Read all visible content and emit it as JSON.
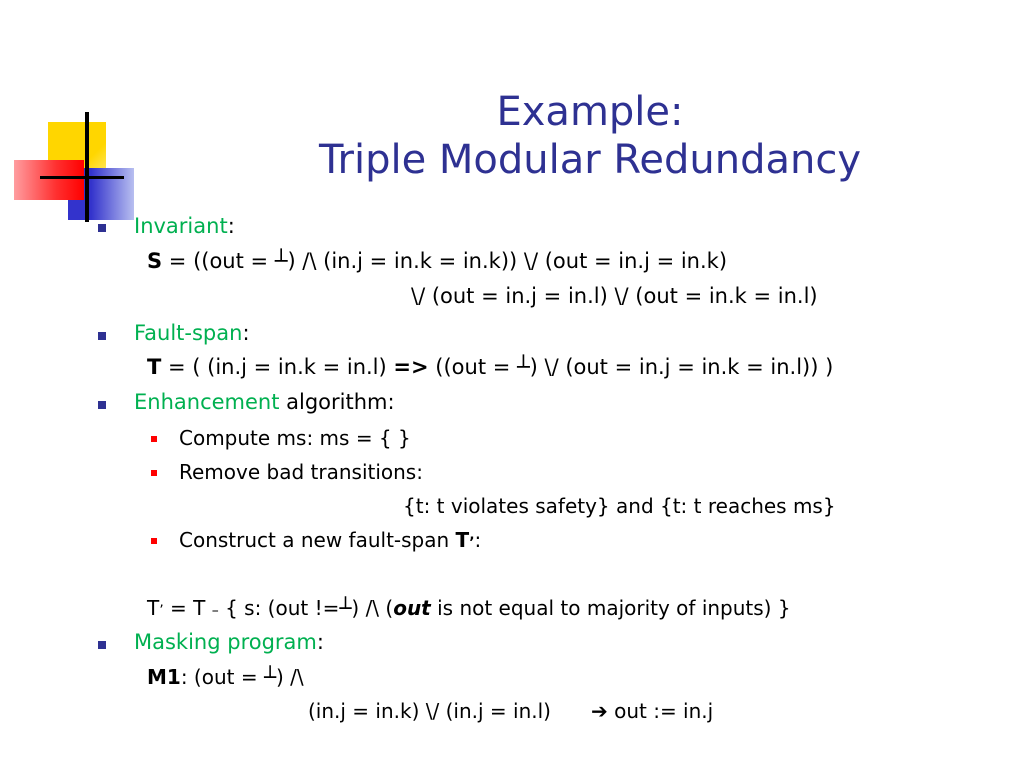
{
  "title": {
    "line1": "Example:",
    "line2": "Triple Modular Redundancy"
  },
  "invariant": {
    "heading": "Invariant",
    "colon": ":",
    "s_var": "S",
    "s_expr1": " = ((out = ┴) /\\ (in.j = in.k = in.k)) \\/ (out = in.j = in.k)",
    "s_expr2": "\\/ (out = in.j = in.l) \\/ (out = in.k = in.l)"
  },
  "fault_span": {
    "heading": "Fault-span",
    "colon": ":",
    "t_var": "T",
    "t_expr_a": " = ( (in.j = in.k = in.l)  ",
    "arrow": "=>",
    "t_expr_b": "  ((out = ┴) \\/ (out = in.j = in.k = in.l)) )"
  },
  "enhancement": {
    "heading": "Enhancement",
    "rest": " algorithm:",
    "items": [
      "Compute ms:  ms = { }",
      "Remove bad transitions:"
    ],
    "transitions": "{t: t violates safety}  and   {t: t reaches ms}",
    "construct_prefix": "Construct a new fault-span ",
    "construct_var": "T",
    "construct_prime": "’",
    "construct_suffix": ":",
    "tprime_a": "T",
    "tprime_mark": "’",
    "tprime_b": " = T ",
    "tprime_minus": "–",
    "tprime_c": " { s: (out !=┴) /\\ (",
    "tprime_out": "out",
    "tprime_d": " is not equal to majority of inputs) }"
  },
  "masking": {
    "heading": "Masking program",
    "colon": ":",
    "m1_var": "M1",
    "m1_expr": ": (out = ┴) /\\",
    "m1_expr2": "(in.j = in.k) \\/ (in.j = in.l)",
    "m1_arrow": "➔",
    "m1_action": " out := in.j"
  }
}
